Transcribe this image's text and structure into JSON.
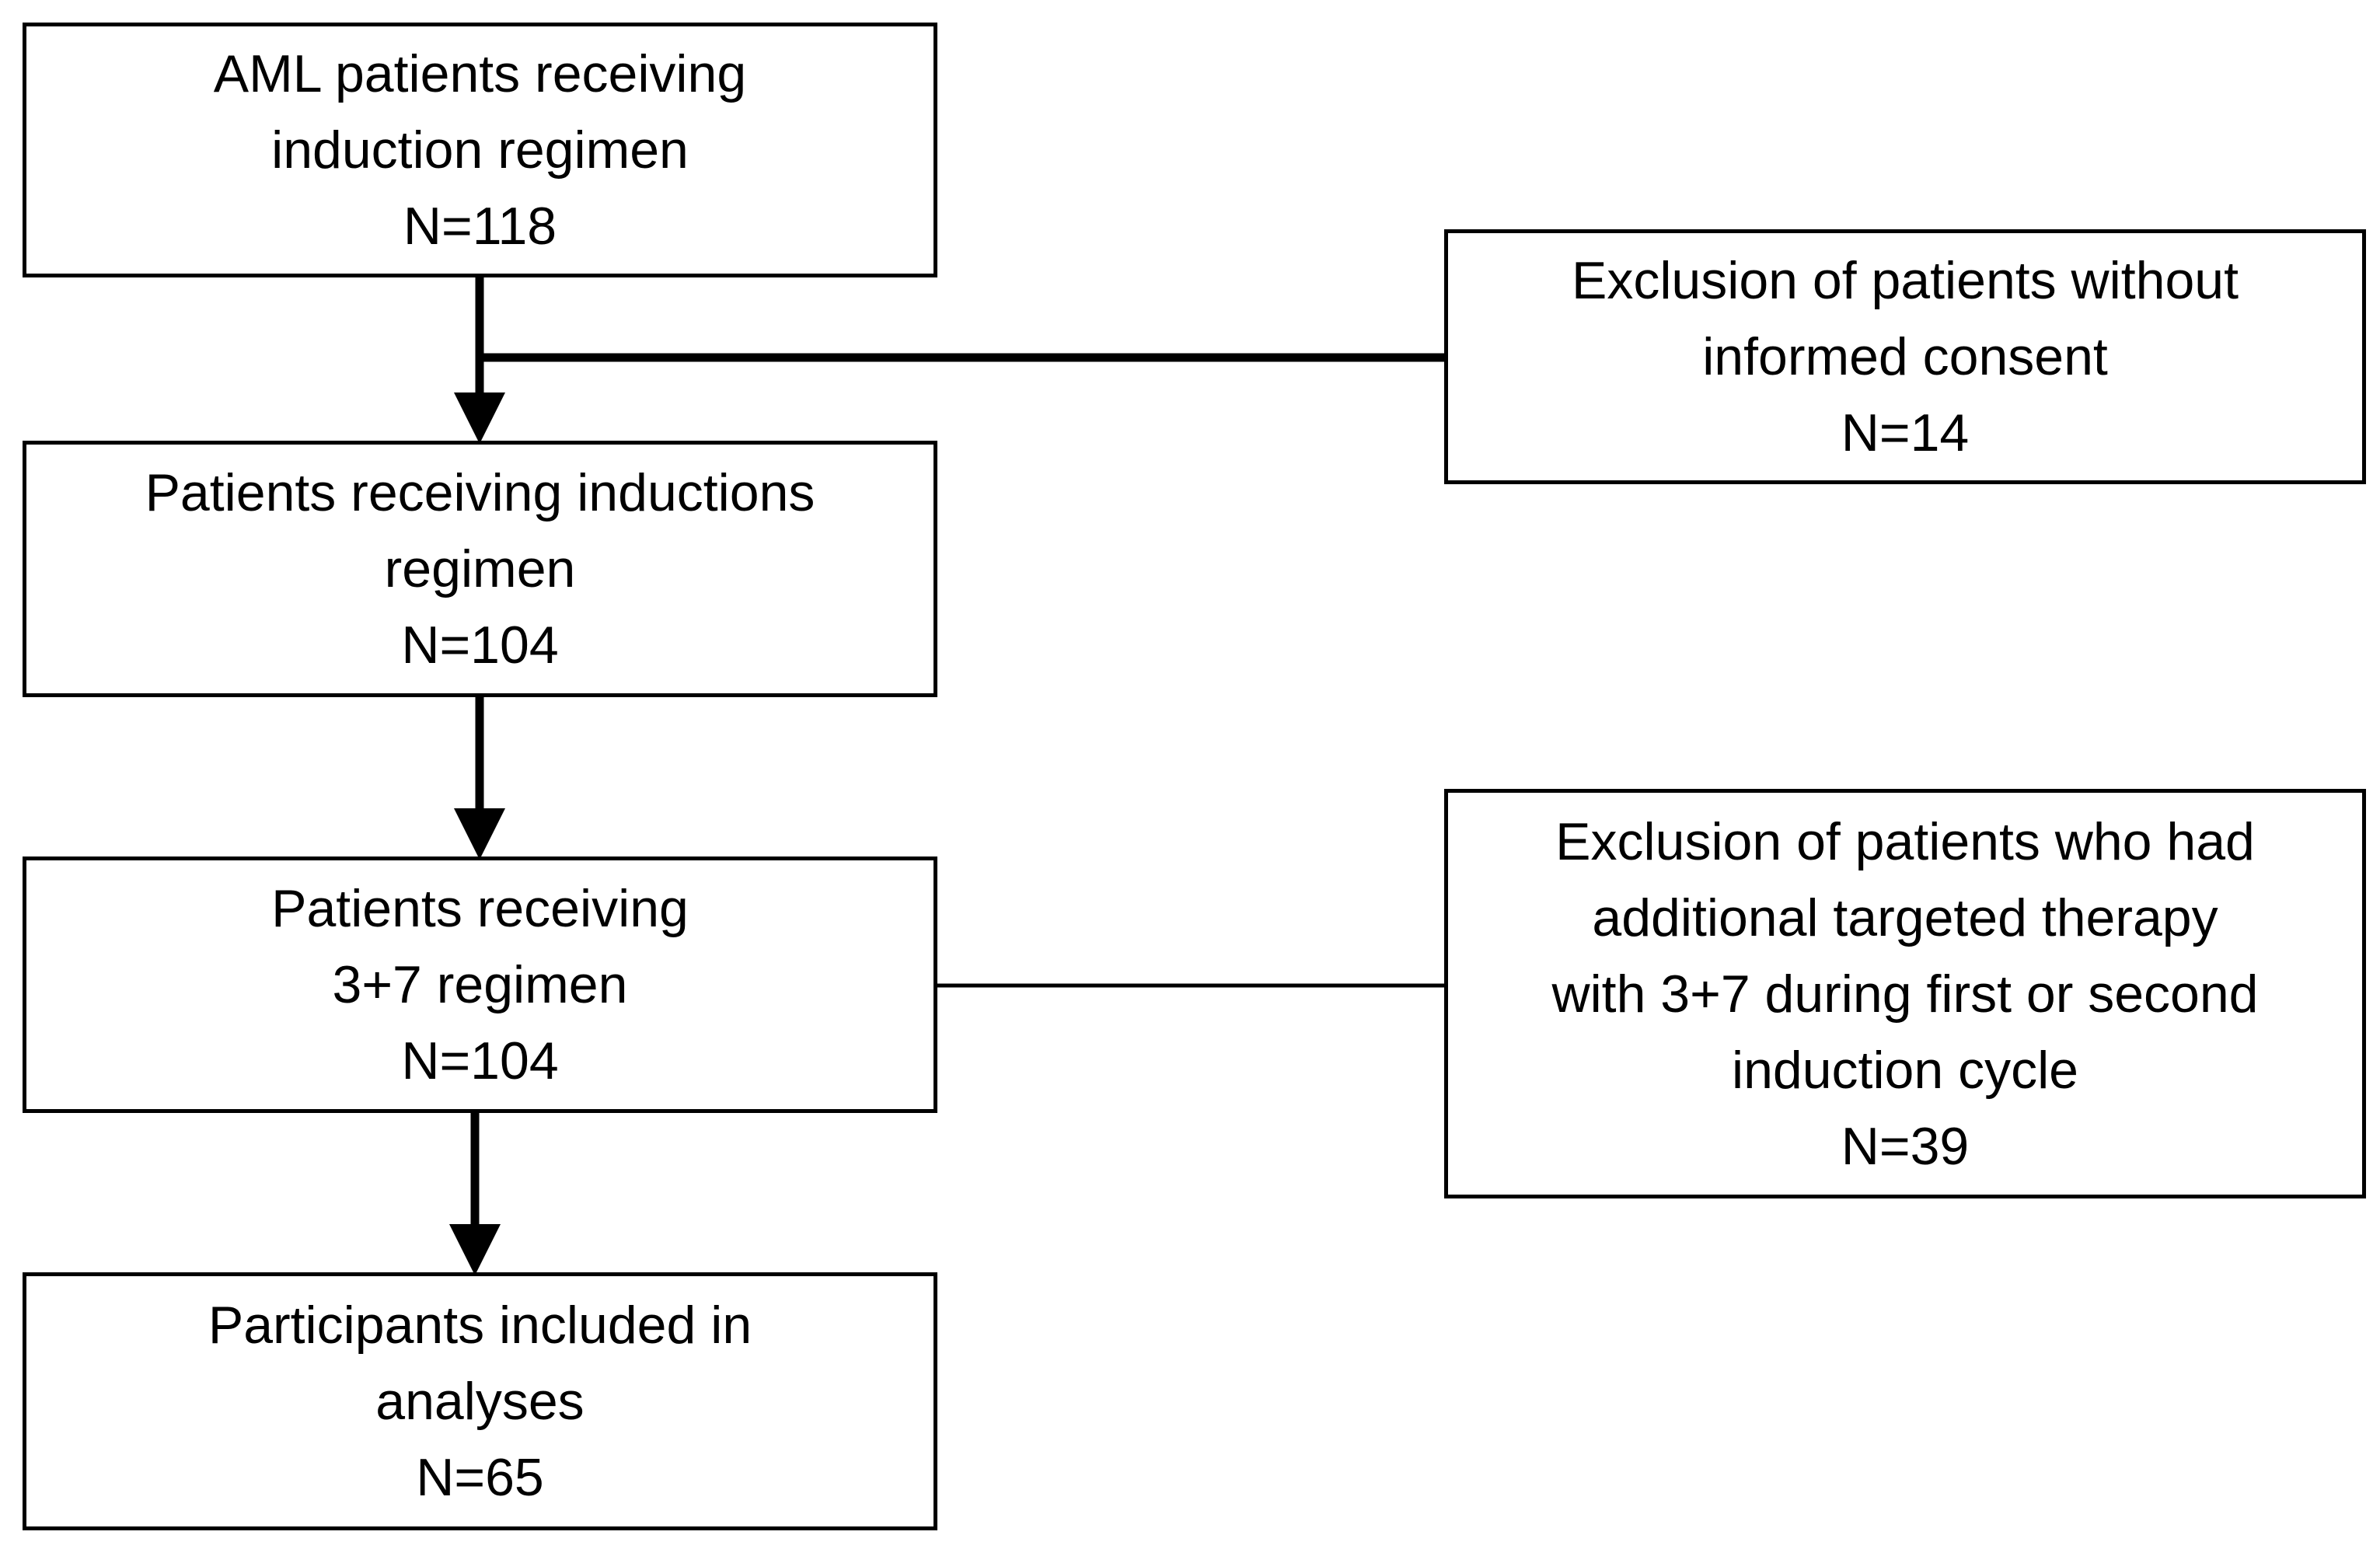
{
  "boxes": {
    "aml_patients": {
      "lines": [
        "AML patients receiving",
        "induction regimen"
      ],
      "n": "N=118"
    },
    "receiving_inductions": {
      "lines": [
        "Patients receiving inductions",
        "regimen"
      ],
      "n": "N=104"
    },
    "receiving_3_7": {
      "lines": [
        "Patients receiving",
        "3+7 regimen"
      ],
      "n": "N=104"
    },
    "included": {
      "lines": [
        "Participants included in",
        "analyses"
      ],
      "n": "N=65"
    },
    "exclusion_consent": {
      "lines": [
        "Exclusion of patients without",
        "informed consent"
      ],
      "n": "N=14"
    },
    "exclusion_targeted": {
      "lines": [
        "Exclusion of patients who had",
        "additional targeted therapy",
        "with 3+7 during first or second",
        "induction cycle"
      ],
      "n": "N=39"
    }
  },
  "colors": {
    "line": "#000000",
    "background": "#ffffff"
  }
}
